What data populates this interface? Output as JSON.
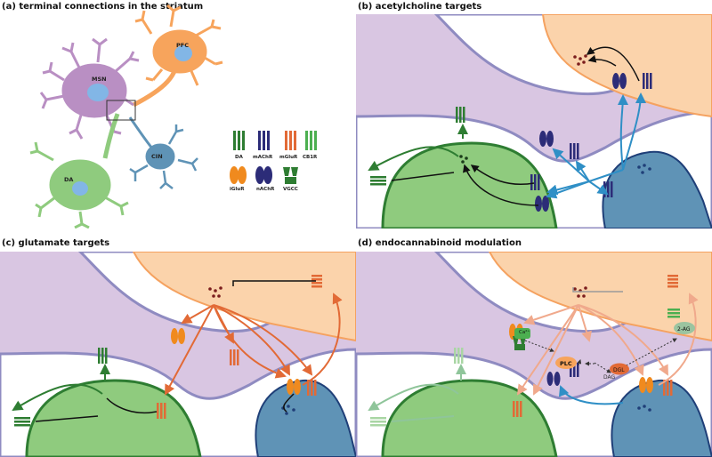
{
  "panels": {
    "a": {
      "title": "(a) terminal connections in the striatum",
      "cells": {
        "pfc": "PFC",
        "msn": "MSN",
        "da": "DA",
        "cin": "CIN"
      },
      "legend": {
        "row1": [
          "DA",
          "mAChR",
          "mGluR",
          "CB1R"
        ],
        "row2": [
          "iGluR",
          "nAChR",
          "VGCC"
        ]
      }
    },
    "b": {
      "title": "(b) acetylcholine targets"
    },
    "c": {
      "title": "(c) glutamate targets"
    },
    "d": {
      "title": "(d) endocannabinoid modulation",
      "labels": {
        "ca": "Ca²⁺",
        "plc": "PLC",
        "dgl": "DGL",
        "dag": "DAG",
        "ag": "2-AG"
      }
    }
  },
  "colors": {
    "msn": "#d9c6e2",
    "msn_border": "#9a91c4",
    "pfc": "#fbd3ab",
    "pfc_border": "#f5a260",
    "da": "#8fcb7e",
    "da_border": "#2e7d32",
    "cin": "#5f93b6",
    "cin_border": "#1f3f78",
    "ach_arrow": "#2f8fc6",
    "glu_arrow": "#e26a36",
    "ecb_arrow": "#f0a98c"
  }
}
